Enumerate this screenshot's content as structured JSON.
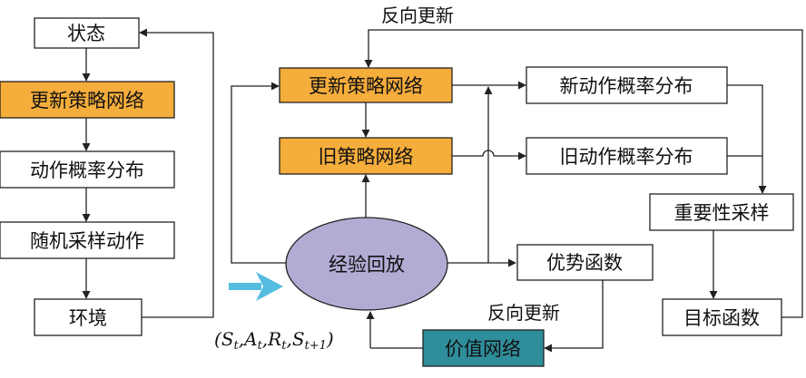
{
  "colors": {
    "policy": "#f5ad3b",
    "value": "#2f8e9c",
    "replay": "#b4abd4",
    "inflow_arrow": "#55bde0",
    "plain": "#ffffff"
  },
  "left": {
    "state": "状态",
    "update_policy": "更新策略网络",
    "action_dist": "动作概率分布",
    "sample_action": "随机采样动作",
    "environment": "环境"
  },
  "center": {
    "update_policy": "更新策略网络",
    "old_policy": "旧策略网络",
    "replay": "经验回放",
    "value_net": "价值网络",
    "tuple": {
      "s": "S",
      "s_sub": "t",
      "a": "A",
      "a_sub": "t",
      "r": "R",
      "r_sub": "t",
      "s2": "S",
      "s2_sub": "t+1"
    }
  },
  "right": {
    "new_dist": "新动作概率分布",
    "old_dist": "旧动作概率分布",
    "advantage": "优势函数",
    "importance": "重要性采样",
    "objective": "目标函数"
  },
  "labels": {
    "reverse_update_top": "反向更新",
    "reverse_update_bottom": "反向更新"
  }
}
